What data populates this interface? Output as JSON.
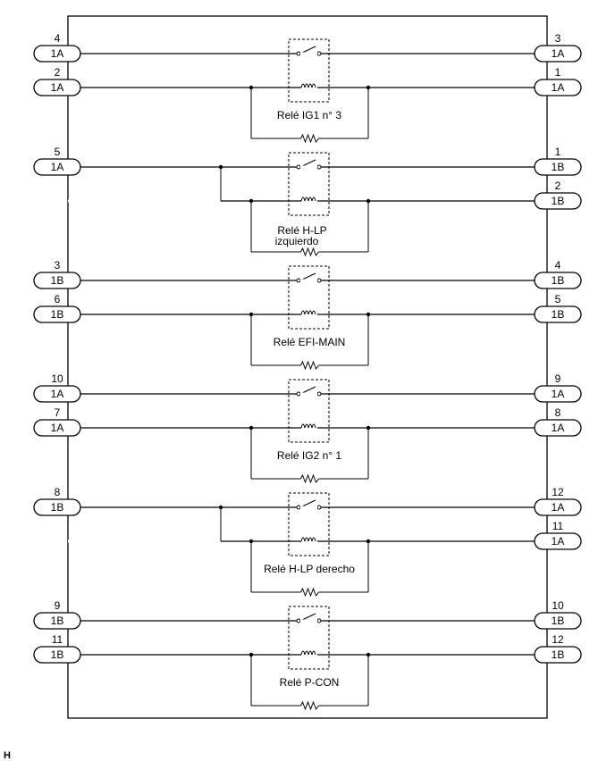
{
  "figure_code": "H",
  "relays": [
    {
      "name": "Relé IG1 n° 3",
      "top": {
        "left_pin": "4",
        "left_conn": "1A",
        "right_pin": "3",
        "right_conn": "1A"
      },
      "bottom": {
        "left_pin": "2",
        "left_conn": "1A",
        "right_pin": "1",
        "right_conn": "1A"
      },
      "variant": "standard"
    },
    {
      "name": "Relé H-LP izquierdo",
      "top": {
        "left_pin": "5",
        "left_conn": "1A",
        "right_pin": "1",
        "right_conn": "1B"
      },
      "bottom": {
        "left_pin": "",
        "left_conn": "",
        "right_pin": "2",
        "right_conn": "1B"
      },
      "variant": "shared"
    },
    {
      "name": "Relé EFI-MAIN",
      "top": {
        "left_pin": "3",
        "left_conn": "1B",
        "right_pin": "4",
        "right_conn": "1B"
      },
      "bottom": {
        "left_pin": "6",
        "left_conn": "1B",
        "right_pin": "5",
        "right_conn": "1B"
      },
      "variant": "standard"
    },
    {
      "name": "Relé IG2 n° 1",
      "top": {
        "left_pin": "10",
        "left_conn": "1A",
        "right_pin": "9",
        "right_conn": "1A"
      },
      "bottom": {
        "left_pin": "7",
        "left_conn": "1A",
        "right_pin": "8",
        "right_conn": "1A"
      },
      "variant": "standard"
    },
    {
      "name": "Relé H-LP derecho",
      "top": {
        "left_pin": "8",
        "left_conn": "1B",
        "right_pin": "12",
        "right_conn": "1A"
      },
      "bottom": {
        "left_pin": "",
        "left_conn": "",
        "right_pin": "11",
        "right_conn": "1A"
      },
      "variant": "shared"
    },
    {
      "name": "Relé P-CON",
      "top": {
        "left_pin": "9",
        "left_conn": "1B",
        "right_pin": "10",
        "right_conn": "1B"
      },
      "bottom": {
        "left_pin": "11",
        "left_conn": "1B",
        "right_pin": "12",
        "right_conn": "1B"
      },
      "variant": "standard"
    }
  ]
}
